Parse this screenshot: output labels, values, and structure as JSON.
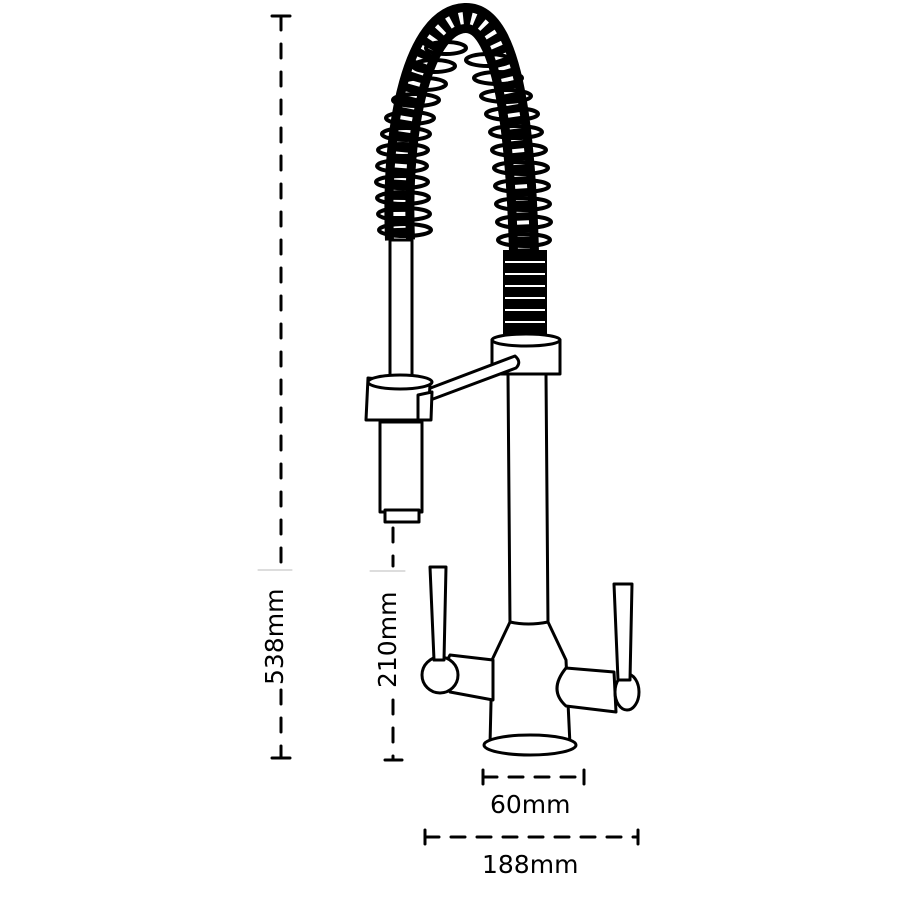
{
  "diagram": {
    "subject": "pull-out spray kitchen mixer tap",
    "dimensions": {
      "total_height": {
        "label": "538mm"
      },
      "spout_clearance": {
        "label": "210mm"
      },
      "base_diameter": {
        "label": "60mm"
      },
      "handle_span": {
        "label": "188mm"
      }
    },
    "colors": {
      "line": "#000000",
      "background": "#ffffff",
      "dash": "#000000"
    }
  }
}
